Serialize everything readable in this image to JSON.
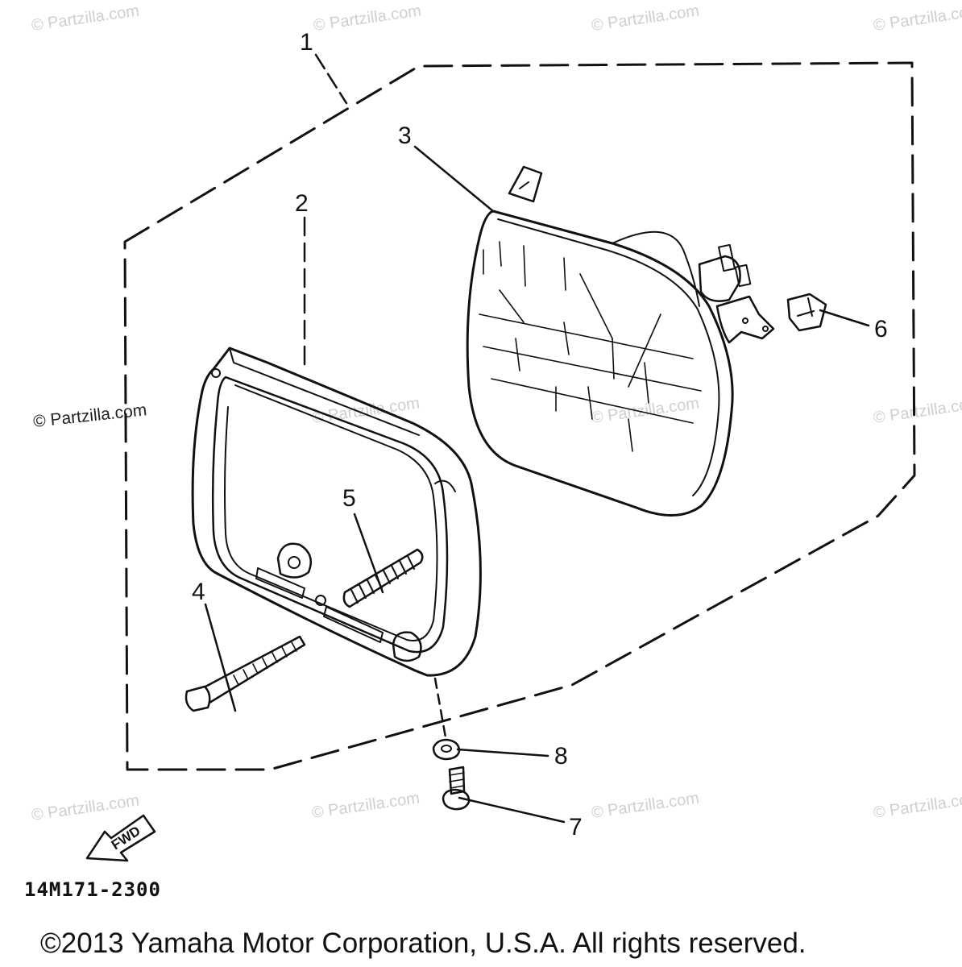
{
  "diagram": {
    "callouts": [
      {
        "id": "1",
        "label": "1"
      },
      {
        "id": "2",
        "label": "2"
      },
      {
        "id": "3",
        "label": "3"
      },
      {
        "id": "4",
        "label": "4"
      },
      {
        "id": "5",
        "label": "5"
      },
      {
        "id": "6",
        "label": "6"
      },
      {
        "id": "7",
        "label": "7"
      },
      {
        "id": "8",
        "label": "8"
      }
    ],
    "fwd_label": "FWD",
    "drawing_code": "14M171-2300",
    "copyright": "©2013  Yamaha Motor Corporation, U.S.A. All rights reserved.",
    "watermark_faint": "© Partzilla.com",
    "watermark_dark": "© Partzilla.com",
    "colors": {
      "line": "#111111",
      "watermark": "#cfcfcf",
      "background": "#ffffff"
    }
  }
}
